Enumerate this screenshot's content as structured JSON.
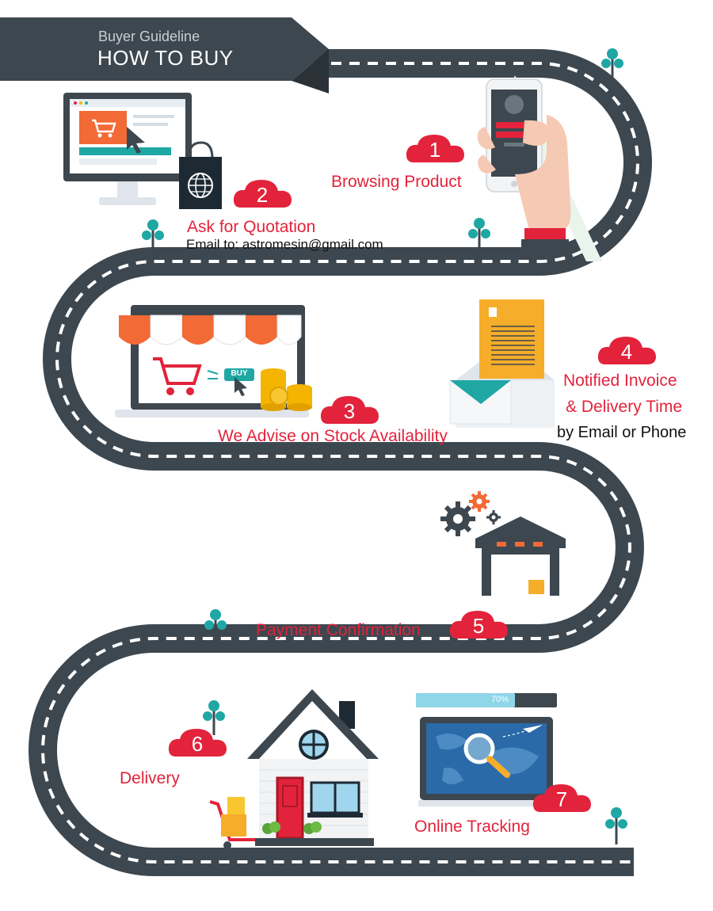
{
  "header": {
    "subtitle": "Buyer Guideline",
    "title": "HOW TO BUY"
  },
  "colors": {
    "road": "#3d474f",
    "lane": "#ffffff",
    "accent": "#e2233b",
    "teal": "#1fa7a4",
    "orange": "#f26a36"
  },
  "steps": [
    {
      "number": "1",
      "label": "Browsing Product",
      "icon": "smartphone-hand-icon"
    },
    {
      "number": "2",
      "label": "Ask for Quotation",
      "note": "Email to: astromesin@gmail.com",
      "icon": "monitor-cart-icon"
    },
    {
      "number": "3",
      "label": "We Advise on Stock Availability",
      "icon": "shop-store-icon"
    },
    {
      "number": "4",
      "label_line1": "Notified Invoice",
      "label_line2": "& Delivery Time",
      "note": "by Email or Phone",
      "icon": "invoice-envelope-icon"
    },
    {
      "number": "5",
      "label": "Payment Confirmation",
      "icon": "warehouse-gears-icon"
    },
    {
      "number": "6",
      "label": "Delivery",
      "icon": "house-icon"
    },
    {
      "number": "7",
      "label": "Online Tracking",
      "icon": "tracking-map-icon"
    }
  ],
  "tracking": {
    "progress_text": "70%",
    "progress": 0.7
  },
  "shop": {
    "buy_label": "BUY"
  }
}
